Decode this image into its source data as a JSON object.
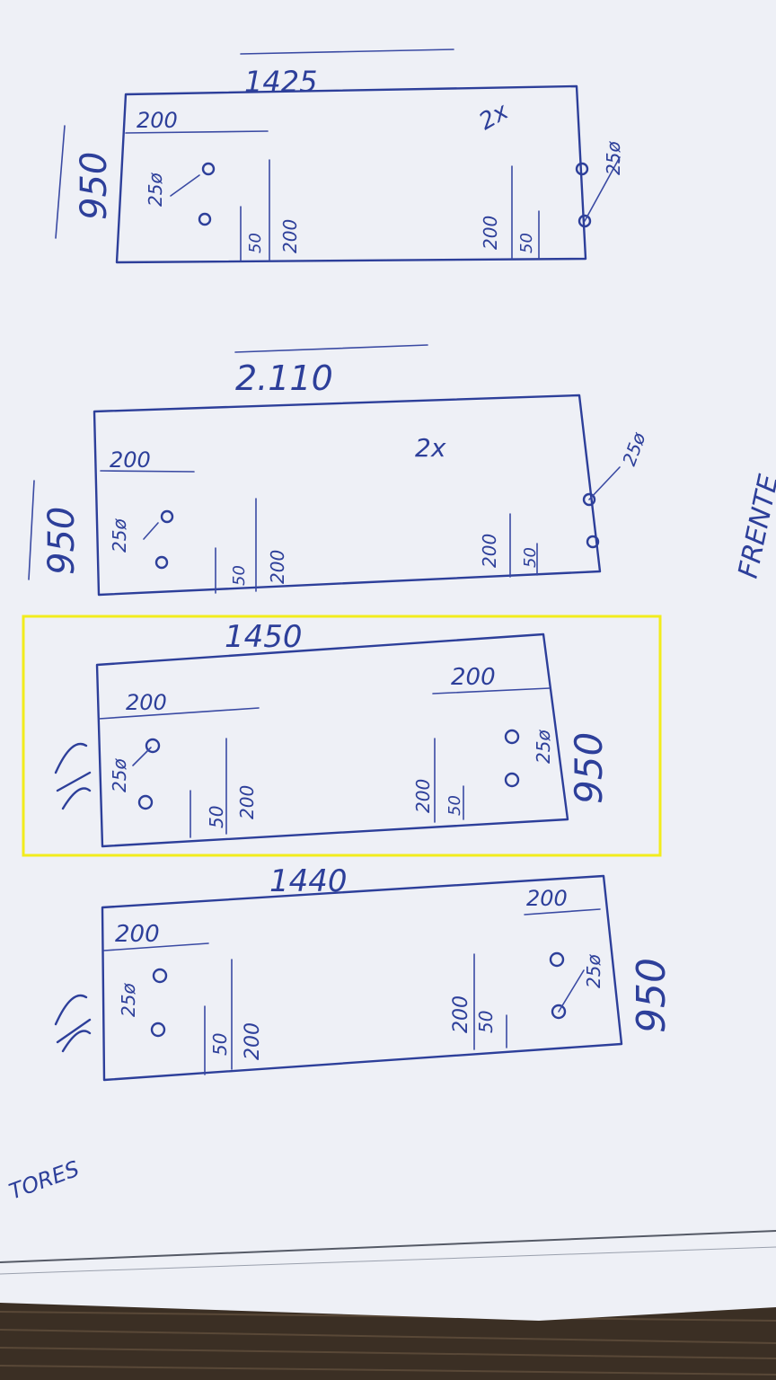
{
  "sheet": {
    "paper_color": "#eef0f6",
    "ink_color": "#2d3f9a",
    "highlight_color": "#f2ec1c",
    "table_color": "#3b2f24"
  },
  "panels": [
    {
      "id": "panel-1",
      "top_length": "1425",
      "side_height": "950",
      "quantity": "2x",
      "left_offset": "200",
      "left_hole_label": "25ø",
      "left_mark_small": "50",
      "left_mark_large": "200",
      "right_mark_large": "200",
      "right_mark_small": "50",
      "right_hole_label": "25ø"
    },
    {
      "id": "panel-2",
      "top_length": "2.110",
      "side_height": "950",
      "quantity": "2x",
      "left_offset": "200",
      "left_hole_label": "25ø",
      "left_mark_small": "50",
      "left_mark_large": "200",
      "right_mark_large": "200",
      "right_mark_small": "50",
      "right_hole_label": "25ø"
    },
    {
      "id": "panel-3",
      "top_length": "1450",
      "side_height": "950",
      "left_offset": "200",
      "right_offset": "200",
      "left_hole_label": "25ø",
      "left_mark_small": "50",
      "left_mark_large": "200",
      "right_mark_large": "200",
      "right_mark_small": "50",
      "right_hole_label": "25ø",
      "highlighted": true
    },
    {
      "id": "panel-4",
      "top_length": "1440",
      "side_height": "950",
      "left_offset": "200",
      "right_offset": "200",
      "left_hole_label": "25ø",
      "left_mark_small": "50",
      "left_mark_large": "200",
      "right_mark_large": "200",
      "right_mark_small": "50",
      "right_hole_label": "25ø"
    }
  ],
  "margin_notes": {
    "front_label": "FRENTE",
    "bottom_label": "TORES"
  }
}
